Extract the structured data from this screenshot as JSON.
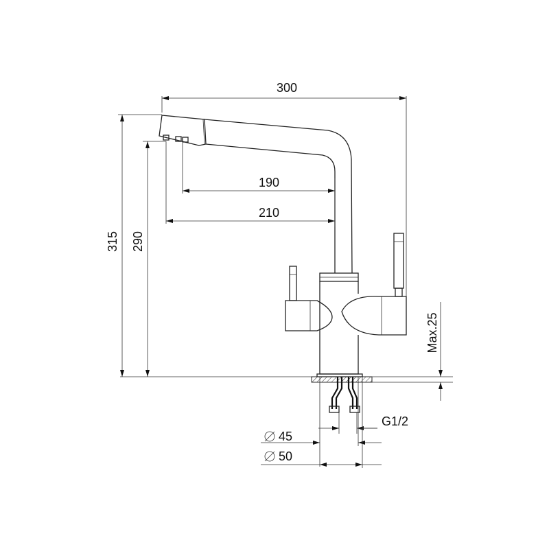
{
  "dimensions": {
    "width_total": "300",
    "height_total": "315",
    "height_outlet": "290",
    "reach_inner": "190",
    "reach_outer": "210",
    "max_thickness": "Max.25",
    "thread": "G1/2",
    "diameter_inner": "45",
    "diameter_outer": "50"
  },
  "colors": {
    "line": "#111111",
    "background": "#ffffff"
  },
  "icons": {
    "diameter": "diameter-symbol"
  }
}
